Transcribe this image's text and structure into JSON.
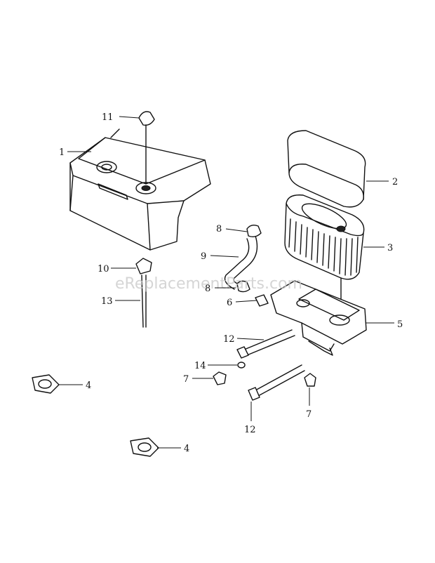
{
  "watermark": "eReplacementParts.com",
  "callouts": {
    "c1": "1",
    "c2": "2",
    "c3": "3",
    "c4a": "4",
    "c4b": "4",
    "c5": "5",
    "c6": "6",
    "c7a": "7",
    "c7b": "7",
    "c8a": "8",
    "c8b": "8",
    "c9": "9",
    "c10": "10",
    "c11": "11",
    "c12a": "12",
    "c12b": "12",
    "c13": "13",
    "c14": "14"
  }
}
